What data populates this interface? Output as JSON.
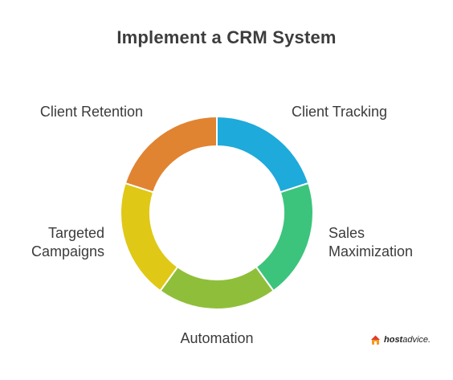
{
  "title": "Implement a CRM System",
  "segments": [
    {
      "label_lines": [
        "Client Tracking"
      ],
      "color": "#1eaadb"
    },
    {
      "label_lines": [
        "Sales",
        "Maximization"
      ],
      "color": "#3cc47c"
    },
    {
      "label_lines": [
        "Automation"
      ],
      "color": "#8fbf3a"
    },
    {
      "label_lines": [
        "Targeted",
        "Campaigns"
      ],
      "color": "#e0c816"
    },
    {
      "label_lines": [
        "Client Retention"
      ],
      "color": "#e08432"
    }
  ],
  "brand": {
    "name_bold": "host",
    "name_rest": "advice."
  }
}
